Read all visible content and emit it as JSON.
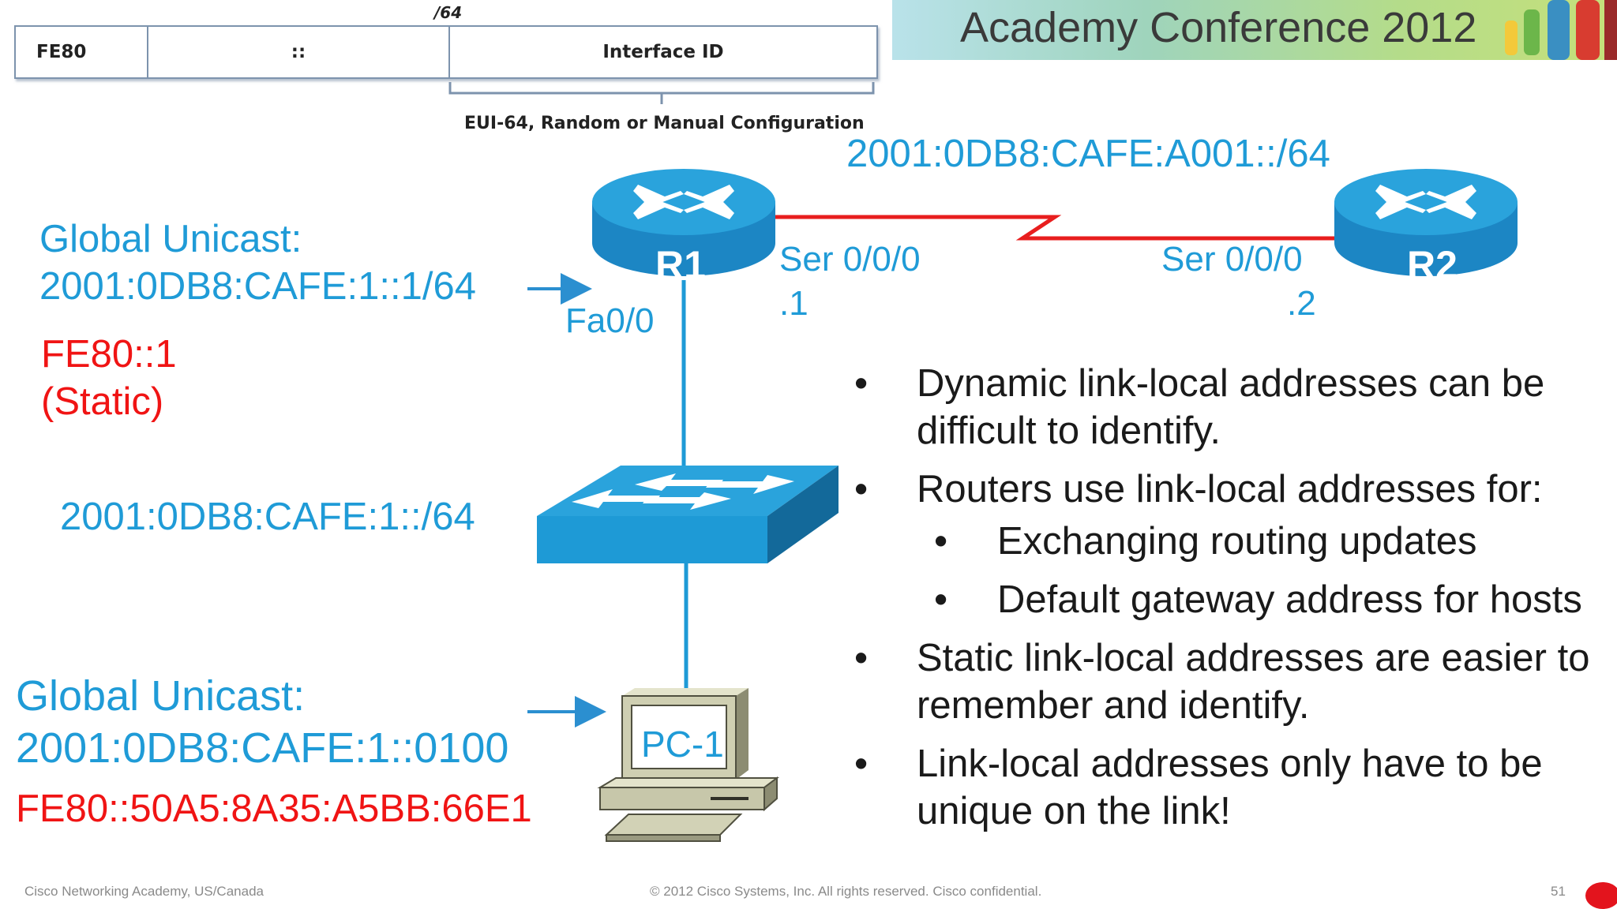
{
  "header": {
    "banner_title": "Academy Conference 2012"
  },
  "address_format": {
    "prefix_length": "/64",
    "prefix": "FE80",
    "separator": "::",
    "interface_id": "Interface ID",
    "interface_id_caption": "EUI-64, Random or Manual Configuration"
  },
  "topology": {
    "wan_network": "2001:0DB8:CAFE:A001::/64",
    "r1": {
      "name": "R1",
      "serial_interface": "Ser 0/0/0",
      "serial_host": ".1",
      "lan_interface": "Fa0/0",
      "global_unicast_label": "Global Unicast:",
      "global_unicast_address": "2001:0DB8:CAFE:1::1/64",
      "link_local_address": "FE80::1",
      "link_local_note": "(Static)"
    },
    "r2": {
      "name": "R2",
      "serial_interface": "Ser 0/0/0",
      "serial_host": ".2"
    },
    "lan_network": "2001:0DB8:CAFE:1::/64",
    "pc": {
      "name": "PC-1",
      "global_unicast_label": "Global Unicast:",
      "global_unicast_address": "2001:0DB8:CAFE:1::0100",
      "link_local_address": "FE80::50A5:8A35:A5BB:66E1"
    }
  },
  "bullets": {
    "b1": "Dynamic link-local addresses can be difficult to identify.",
    "b2": "Routers use link-local addresses for:",
    "b2a": "Exchanging routing updates",
    "b2b": "Default gateway address for hosts",
    "b3": "Static link-local addresses are easier to remember and identify.",
    "b4": "Link-local addresses only have to be unique on the link!"
  },
  "footer": {
    "left": "Cisco Networking Academy, US/Canada",
    "center": "© 2012 Cisco Systems, Inc. All rights reserved. Cisco confidential.",
    "page_number": "51"
  },
  "colors": {
    "cisco_blue": "#1f9bd7",
    "link_red": "#e81e1e",
    "device_blue": "#1e9ad6",
    "banner_green": "#b4dc8a"
  },
  "icons": {
    "router": "router-icon",
    "switch": "switch-icon",
    "pc": "pc-icon"
  }
}
